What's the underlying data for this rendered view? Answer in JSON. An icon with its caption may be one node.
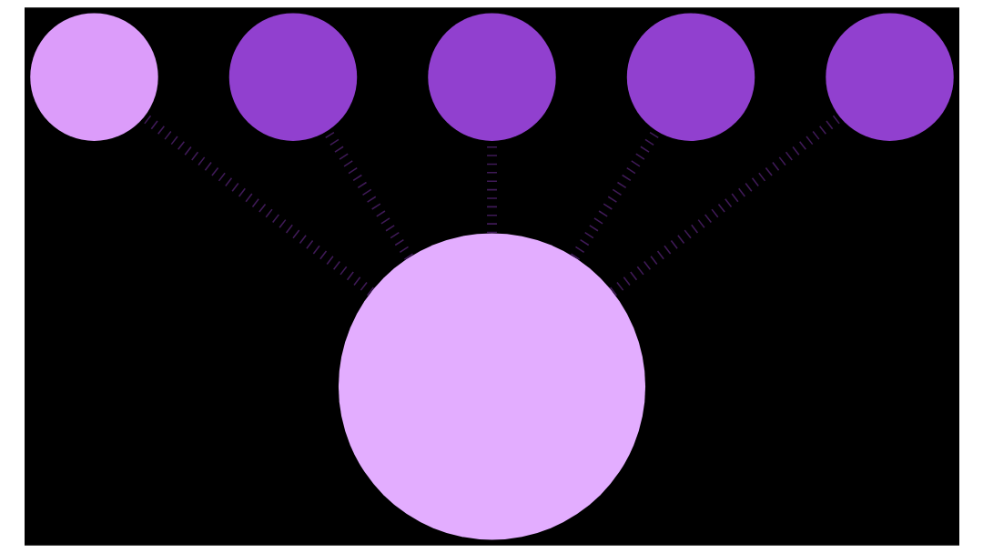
{
  "diagram": {
    "nodes": [
      {
        "text": [],
        "shape": "circle"
      },
      {
        "text": [],
        "shape": "circle"
      },
      {
        "text": [],
        "shape": "circle"
      },
      {
        "text": [],
        "shape": "circle"
      },
      {
        "text": [],
        "shape": "circle"
      },
      {
        "text": [],
        "shape": "circle"
      }
    ],
    "edges": [
      {
        "from": 4,
        "to": 3,
        "arrow": "none"
      },
      {
        "from": 4,
        "to": 1,
        "arrow": "none"
      },
      {
        "from": 4,
        "to": 0,
        "arrow": "none"
      },
      {
        "from": 4,
        "to": 2,
        "arrow": "none"
      },
      {
        "from": 4,
        "to": 5,
        "arrow": "none"
      }
    ]
  }
}
